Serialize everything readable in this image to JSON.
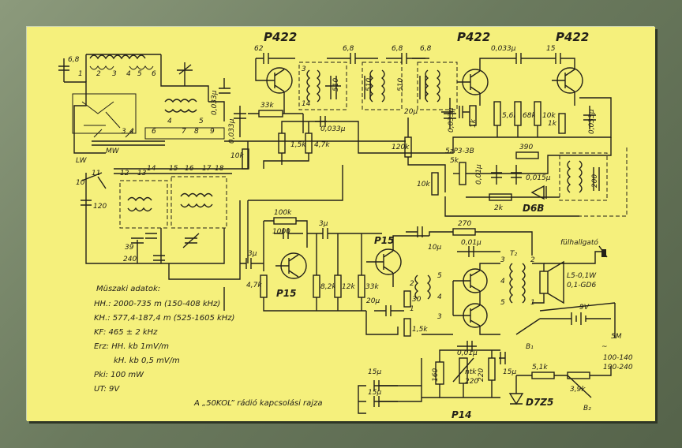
{
  "transistors": {
    "t1": "P422",
    "t2": "P422",
    "t3": "P422",
    "t4": "P15",
    "t5": "P15",
    "t6": "P14"
  },
  "diodes": {
    "d1": "D6B",
    "d2": "D7Z5"
  },
  "components": {
    "c_6_8_a": "6,8",
    "c_62": "62",
    "c_6_8_b": "6,8",
    "c_6_8_c": "6,8",
    "c_0033_top": "0,033µ",
    "c_15_top": "15",
    "c_0033_left": "0,033µ",
    "r_33k": "33k",
    "c_0033_b": "0,033µ",
    "c_0033_c": "0,033µ",
    "c_0033_d": "0,033µ",
    "c_0033_e": "0,033µ",
    "c_510_a": "510",
    "c_510_b": "510",
    "c_510_c": "510",
    "c_20u_a": "20µ",
    "r_1k_a": "1k",
    "r_5_6k": "5,6k",
    "r_68k": "68k",
    "r_10k_a": "10k",
    "r_1k_b": "1k",
    "r_1_5k_a": "1,5k",
    "r_4_7k_a": "4,7k",
    "r_10k_b": "10k",
    "r_120k": "120k",
    "pot_label": "5zP3-3B",
    "pot_5k": "5k",
    "r_390": "390",
    "c_0015": "0,015µ",
    "c_001": "0,01µ",
    "r_2k": "2k",
    "r_10k_c": "10k",
    "c_200": "200",
    "c_120": "120",
    "c_39": "39",
    "c_240": "240",
    "c_6_8_side": "6,8",
    "r_100k": "100k",
    "c_1000": "1000",
    "c_3u_a": "3µ",
    "c_3u_b": "3µ",
    "r_4_7k_b": "4,7k",
    "r_8_2k": "8,2k",
    "r_12k": "12k",
    "r_33k_b": "33k",
    "r_270": "270",
    "c_10u": "10µ",
    "c_001_b": "0,01µ",
    "c_001_c": "0,01µ",
    "c_20u_b": "20µ",
    "r_30": "30",
    "r_1_5k_b": "1,5k",
    "c_15u_a": "15µ",
    "c_15u_b": "15µ",
    "c_15u_c": "15µ",
    "r_160": "160",
    "ntk_label": "ntk",
    "r_220_a": "220",
    "r_220_b": "220",
    "r_5_1k": "5,1k",
    "r_3_9k": "3,9k",
    "tr_t2": "T₂",
    "speaker_label": "fülhallgató",
    "speaker_spec_1": "L5-0,1W",
    "speaker_spec_2": "0,1-GD6",
    "batt_9v": "9V",
    "batt_5m": "5M",
    "mains_1": "100-140",
    "mains_2": "190-240",
    "switch_b1": "B₁",
    "switch_b2": "B₂",
    "band_mw": "MW",
    "band_lw": "LW",
    "tr_pin_1": "1",
    "tr_pin_2": "2",
    "tr_pin_3": "3",
    "tr_pin_4": "4",
    "tr_pin_5": "5",
    "tr_pin_6": "6"
  },
  "specs": {
    "title": "Müszaki adatok:",
    "hh": "HH.: 2000-735 m (150-408 kHz)",
    "kh": "KH.: 577,4-187,4 m (525-1605 kHz)",
    "kf": "KF: 465 ± 2 kHz",
    "erz1": "Erz: HH. kb 1mV/m",
    "erz2": "kH. kb 0,5 mV/m",
    "pki": "Pki: 100 mW",
    "ut": "UT: 9V"
  },
  "caption": "A „50KOL” rádió kapcsolási rajza"
}
